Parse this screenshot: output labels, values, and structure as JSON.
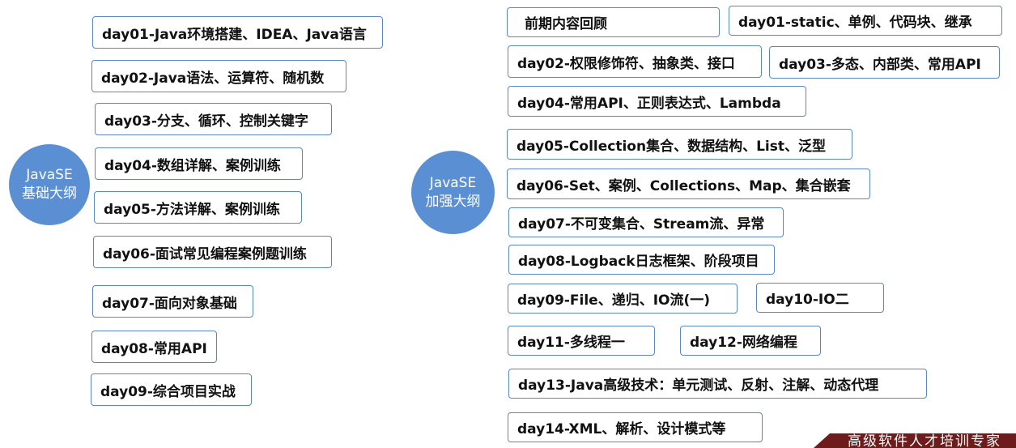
{
  "left": {
    "center": {
      "line1": "JavaSE",
      "line2": "基础大纲"
    },
    "items": [
      "day01-Java环境搭建、IDEA、Java语言",
      "day02-Java语法、运算符、随机数",
      "day03-分支、循环、控制关键字",
      "day04-数组详解、案例训练",
      "day05-方法详解、案例训练",
      "day06-面试常见编程案例题训练",
      "day07-面向对象基础",
      "day08-常用API",
      "day09-综合项目实战"
    ]
  },
  "right": {
    "center": {
      "line1": "JavaSE",
      "line2": "加强大纲"
    },
    "items": [
      "前期内容回顾",
      "day01-static、单例、代码块、继承",
      "day02-权限修饰符、抽象类、接口",
      "day03-多态、内部类、常用API",
      "day04-常用API、正则表达式、Lambda",
      "day05-Collection集合、数据结构、List、泛型",
      "day06-Set、案例、Collections、Map、集合嵌套",
      "day07-不可变集合、Stream流、异常",
      "day08-Logback日志框架、阶段项目",
      "day09-File、递归、IO流(一)",
      "day10-IO二",
      "day11-多线程一",
      "day12-网络编程",
      "day13-Java高级技术：单元测试、反射、注解、动态代理",
      "day14-XML、解析、设计模式等"
    ]
  },
  "banner": {
    "text": "高级软件人才培训专家"
  }
}
